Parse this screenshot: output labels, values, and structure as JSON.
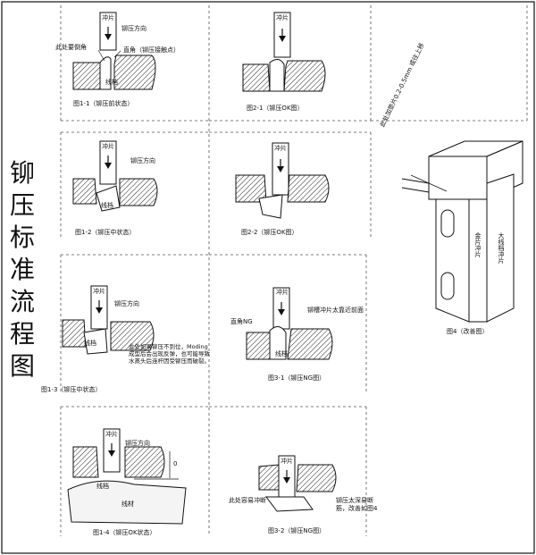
{
  "vertical_title": "铆压标准流程图",
  "vertical_title_chars": [
    "铆",
    "压",
    "标",
    "准",
    "流",
    "程",
    "图"
  ],
  "labels": {
    "punch": "冲片",
    "rivet_direction": "铆压方向",
    "wire_clip": "线档",
    "wire": "线材",
    "chamfer_here": "此处要倒角",
    "right_angle_contact": "直角（铆压接触点）",
    "right_angle_ng": "直角NG",
    "rivet_punch_too_close": "铆槽冲片太靠近前面",
    "not_in_place_note": "此处如果铆压不到位，Moding成型后会出现反弹，也可能导致水蒸头后连杆因受铆压而破裂。",
    "easy_break": "此处容易冲断",
    "rivet_too_deep": "铆压太深易断筋，改善如图4",
    "gasket_note": "此处加垫片0.2-0.5mm 或往上移",
    "gold_punch": "金片冲片",
    "big_clip_punch": "大线档冲片",
    "zero_mark": "0"
  },
  "captions": {
    "fig1_1": "图1-1（铆压前状态）",
    "fig1_2": "图1-2（铆压中状态）",
    "fig1_3": "图1-3（铆压中状态）",
    "fig1_4": "图1-4（铆压OK状态）",
    "fig2_1": "图2-1（铆压OK图）",
    "fig2_2": "图2-2（铆压OK图）",
    "fig3_1": "图3-1（铆压NG图）",
    "fig3_2": "图3-2（铆压NG图）",
    "fig4": "图4（改善图）"
  }
}
